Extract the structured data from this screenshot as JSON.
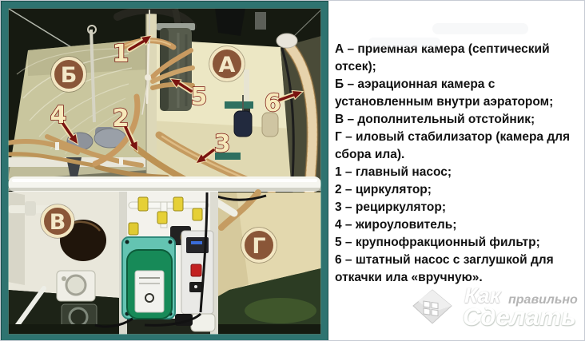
{
  "photo": {
    "chambers": [
      {
        "label": "Б"
      },
      {
        "label": "А"
      },
      {
        "label": "В"
      },
      {
        "label": "Г"
      }
    ],
    "markers": [
      {
        "label": "1"
      },
      {
        "label": "2"
      },
      {
        "label": "3"
      },
      {
        "label": "4"
      },
      {
        "label": "5"
      },
      {
        "label": "6"
      }
    ]
  },
  "legend": {
    "lines": [
      "А – приемная камера (септический отсек);",
      "Б – аэрационная камера с установленным внутри аэратором;",
      "В – дополнительный отстойник;",
      "Г – иловый стабилизатор (камера для сбора ила).",
      "1 – главный насос;",
      "2 – циркулятор;",
      "3 – рециркулятор;",
      "4 – жироуловитель;",
      "5 – крупнофракционный фильтр;",
      "6 – штатный насос с заглушкой для откачки ила «вручную»."
    ]
  },
  "watermark": {
    "word_top": "Как",
    "word_top_small": "правильно",
    "word_bottom": "Сделать"
  },
  "colors": {
    "frame_teal": "#2e7370",
    "chamber_badge_brown": "#8a5638",
    "badge_ring_cream": "#f2e6c2",
    "marker_red": "#7a1410",
    "marker_cream": "#f6e9bb",
    "hose_tan": "#c59c62",
    "panel_background": "#ffffff",
    "legend_text": "#121212",
    "watermark_gray": "#b5b5b5"
  }
}
